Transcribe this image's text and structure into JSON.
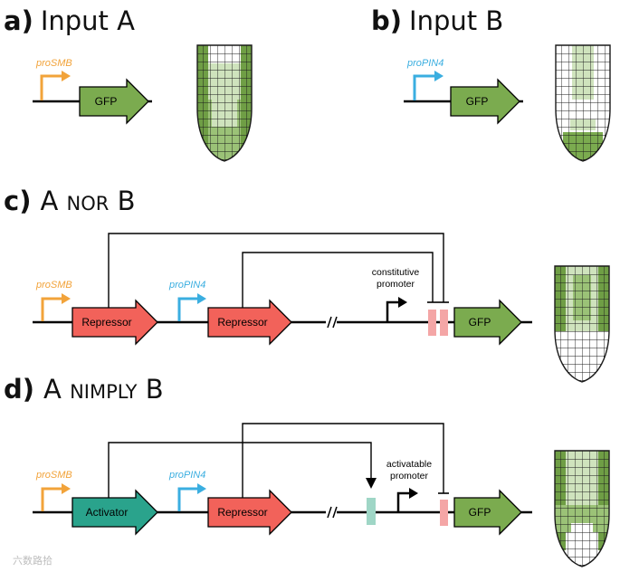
{
  "panels": {
    "a": {
      "letter": "a)",
      "title": "Input A",
      "promoter": "proSMB",
      "reporter": "GFP"
    },
    "b": {
      "letter": "b)",
      "title": "Input B",
      "promoter": "proPIN4",
      "reporter": "GFP"
    },
    "c": {
      "letter": "c)",
      "title_main": "A ",
      "title_op": "NOR",
      "title_tail": " B",
      "promoter_1": "proSMB",
      "gene_1": "Repressor",
      "promoter_2": "proPIN4",
      "gene_2": "Repressor",
      "note_line1": "constitutive",
      "note_line2": "promoter",
      "reporter": "GFP"
    },
    "d": {
      "letter": "d)",
      "title_main": "A ",
      "title_op": "NIMPLY",
      "title_tail": " B",
      "promoter_1": "proSMB",
      "gene_1": "Activator",
      "promoter_2": "proPIN4",
      "gene_2": "Repressor",
      "note_line1": "activatable",
      "note_line2": "promoter",
      "reporter": "GFP"
    }
  },
  "colors": {
    "smb": "#f2a33a",
    "pin4": "#3aaee0",
    "gfp": "#7bab4f",
    "repressor": "#f2625a",
    "activator": "#2aa38c",
    "operator_rep": "#f4a6a6",
    "operator_act": "#9fd6c6",
    "root_dark": "#6f9e45",
    "root_mid": "#9bc277",
    "root_light": "#cfe3bd"
  },
  "watermark": "六数路拾"
}
